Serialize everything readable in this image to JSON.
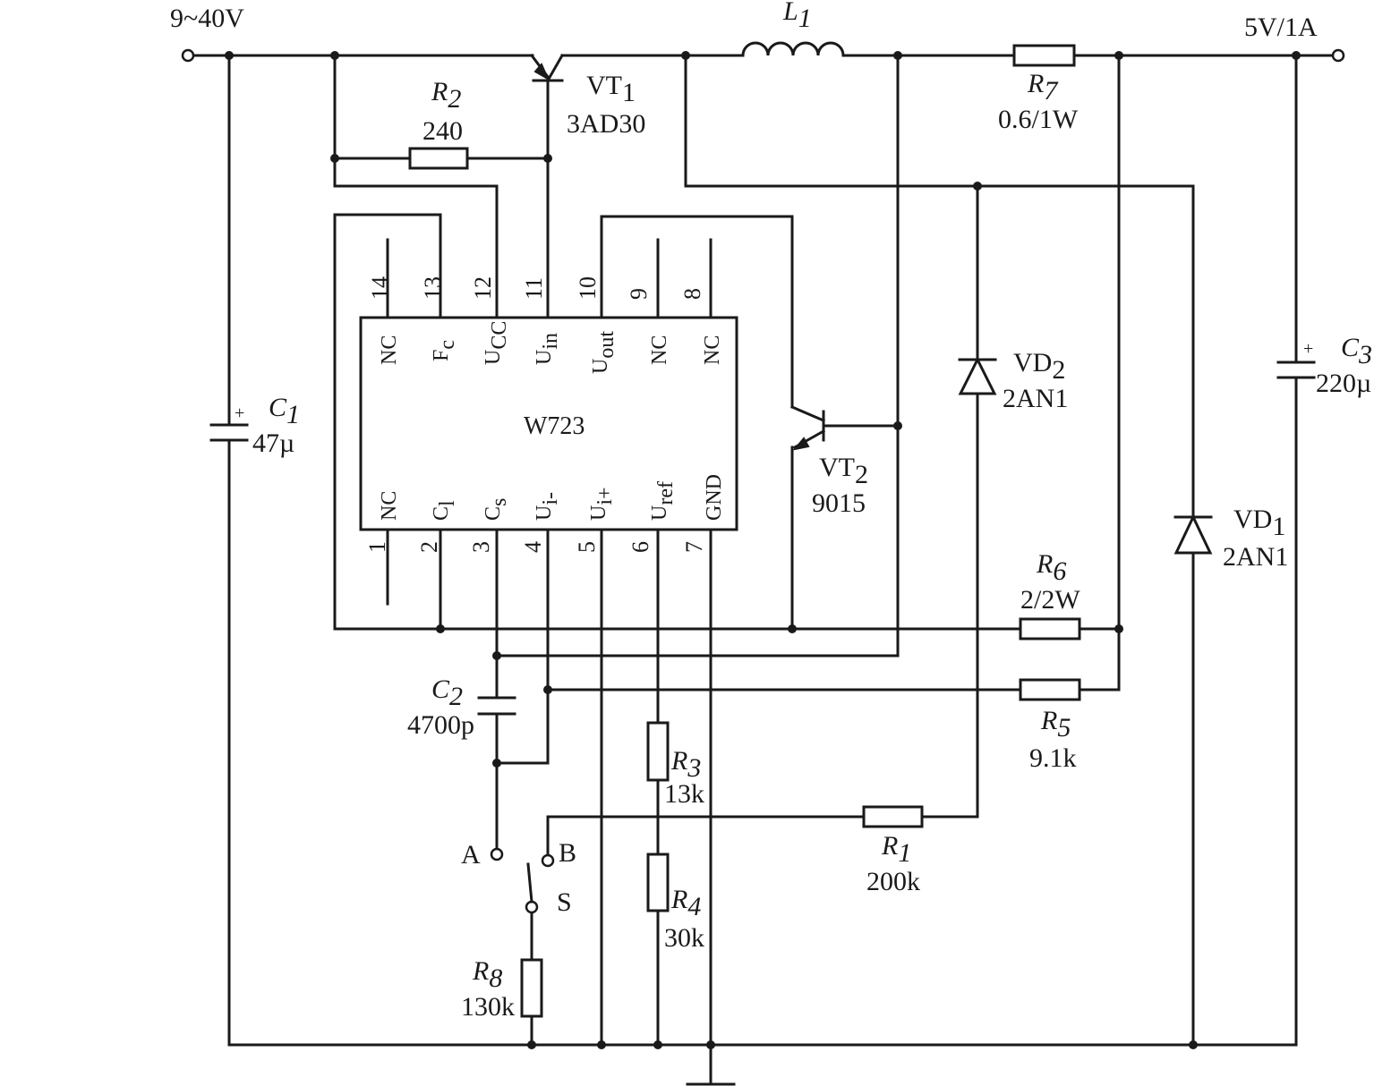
{
  "input_voltage": "9~40V",
  "output_rating": "5V/1A",
  "ic": {
    "name": "W723",
    "top_pins": [
      {
        "num": "14",
        "label": "NC",
        "sub": ""
      },
      {
        "num": "13",
        "label": "F",
        "sub": "c"
      },
      {
        "num": "12",
        "label": "U",
        "sub": "CC"
      },
      {
        "num": "11",
        "label": "U",
        "sub": "in"
      },
      {
        "num": "10",
        "label": "U",
        "sub": "out"
      },
      {
        "num": "9",
        "label": "NC",
        "sub": ""
      },
      {
        "num": "8",
        "label": "NC",
        "sub": ""
      }
    ],
    "bottom_pins": [
      {
        "num": "1",
        "label": "NC",
        "sub": ""
      },
      {
        "num": "2",
        "label": "C",
        "sub": "l"
      },
      {
        "num": "3",
        "label": "C",
        "sub": "s"
      },
      {
        "num": "4",
        "label": "U",
        "sub": "i-"
      },
      {
        "num": "5",
        "label": "U",
        "sub": "i+"
      },
      {
        "num": "6",
        "label": "U",
        "sub": "ref"
      },
      {
        "num": "7",
        "label": "GND",
        "sub": ""
      }
    ]
  },
  "components": {
    "L1": {
      "name": "L",
      "sub": "1",
      "value": ""
    },
    "R7": {
      "name": "R",
      "sub": "7",
      "value": "0.6/1W"
    },
    "R2": {
      "name": "R",
      "sub": "2",
      "value": "240"
    },
    "VT1": {
      "name": "VT",
      "sub": "1",
      "value": "3AD30"
    },
    "VT2": {
      "name": "VT",
      "sub": "2",
      "value": "9015"
    },
    "VD2": {
      "name": "VD",
      "sub": "2",
      "value": "2AN1"
    },
    "VD1": {
      "name": "VD",
      "sub": "1",
      "value": "2AN1"
    },
    "C1": {
      "name": "C",
      "sub": "1",
      "value": "47µ"
    },
    "C2": {
      "name": "C",
      "sub": "2",
      "value": "4700p"
    },
    "C3": {
      "name": "C",
      "sub": "3",
      "value": "220µ"
    },
    "R6": {
      "name": "R",
      "sub": "6",
      "value": "2/2W"
    },
    "R5": {
      "name": "R",
      "sub": "5",
      "value": "9.1k"
    },
    "R3": {
      "name": "R",
      "sub": "3",
      "value": "13k"
    },
    "R4": {
      "name": "R",
      "sub": "4",
      "value": "30k"
    },
    "R1": {
      "name": "R",
      "sub": "1",
      "value": "200k"
    },
    "R8": {
      "name": "R",
      "sub": "8",
      "value": "130k"
    }
  },
  "switch": {
    "name": "S",
    "terminal_a": "A",
    "terminal_b": "B"
  },
  "plus_mark": "+"
}
